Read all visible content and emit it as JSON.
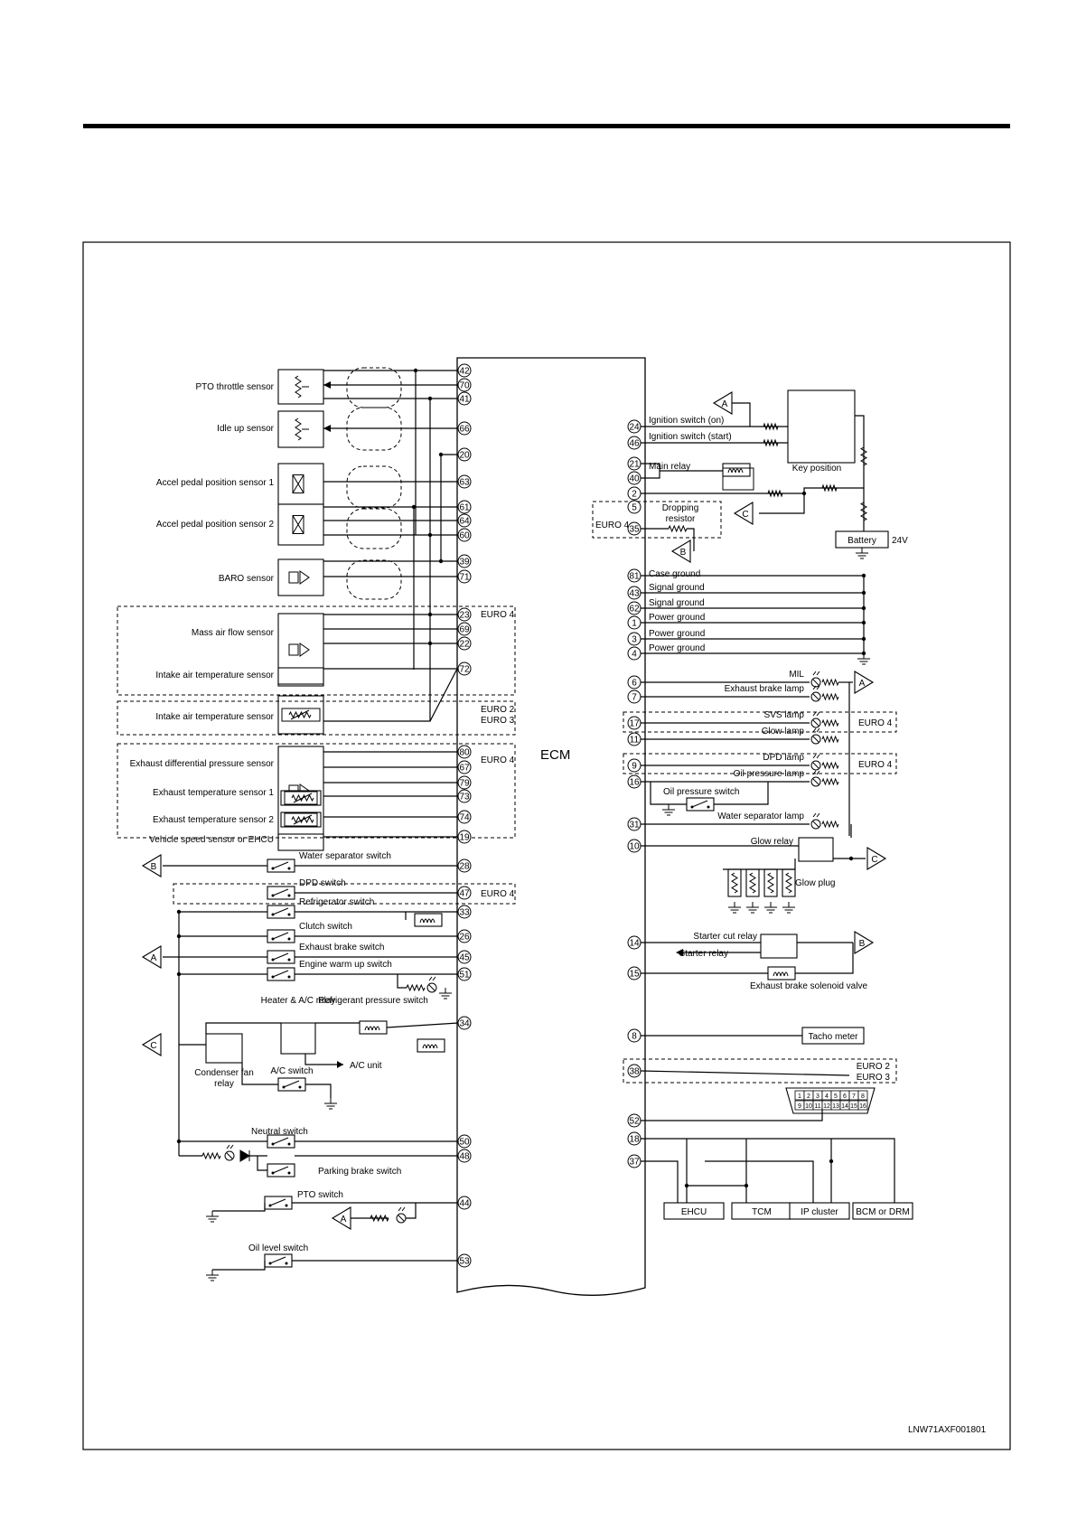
{
  "ecm": {
    "label": "ECM"
  },
  "figure_id": "LNW71AXF001801",
  "left_components": [
    {
      "pins": [
        "42",
        "70",
        "41"
      ],
      "label": "PTO throttle sensor"
    },
    {
      "pins": [
        "66"
      ],
      "label": "Idle up sensor"
    },
    {
      "pins": [
        "20"
      ],
      "label": ""
    },
    {
      "pins": [
        "63"
      ],
      "label": "Accel pedal position sensor 1"
    },
    {
      "pins": [
        "61",
        "64",
        "60"
      ],
      "label": "Accel pedal position sensor 2"
    },
    {
      "pins": [
        "39",
        "71"
      ],
      "label": "BARO sensor"
    },
    {
      "pins": [
        "23",
        "69",
        "22"
      ],
      "label": "Mass air flow sensor"
    },
    {
      "pins": [
        "72"
      ],
      "label": "Intake air temperature sensor"
    },
    {
      "pins": [],
      "label": "Intake air temperature sensor"
    },
    {
      "pins": [
        "80",
        "67",
        "79"
      ],
      "label": "Exhaust differential pressure sensor"
    },
    {
      "pins": [
        "73"
      ],
      "label": "Exhaust temperature sensor 1"
    },
    {
      "pins": [
        "74"
      ],
      "label": "Exhaust temperature sensor 2"
    },
    {
      "pins": [
        "19"
      ],
      "label": "Vehicle speed sensor or EHCU"
    },
    {
      "pins": [
        "28"
      ],
      "label": "Water separator switch"
    },
    {
      "pins": [
        "47"
      ],
      "label": "DPD switch"
    },
    {
      "pins": [
        "33"
      ],
      "label": "Refrigerator switch"
    },
    {
      "pins": [
        "26"
      ],
      "label": "Clutch switch"
    },
    {
      "pins": [
        "45"
      ],
      "label": "Exhaust brake switch"
    },
    {
      "pins": [
        "51"
      ],
      "label": "Engine warm up switch"
    },
    {
      "pins": [
        "34"
      ],
      "label": ""
    },
    {
      "pins": [
        "50"
      ],
      "label": "Neutral switch"
    },
    {
      "pins": [
        "48"
      ],
      "label": "Parking brake switch"
    },
    {
      "pins": [
        "44"
      ],
      "label": "PTO switch"
    },
    {
      "pins": [
        "53"
      ],
      "label": "Oil level switch"
    }
  ],
  "left_misc": {
    "heater_relay": "Heater & A/C relay",
    "refrigerant_switch": "Refrigerant pressure switch",
    "condenser_relay": "Condenser fan relay",
    "ac_switch": "A/C switch",
    "ac_unit": "A/C unit",
    "euro4": "EURO 4",
    "euro2": "EURO 2",
    "euro3": "EURO 3"
  },
  "right_pins": [
    {
      "pin": "24",
      "label": "Ignition switch (on)"
    },
    {
      "pin": "46",
      "label": "Ignition switch (start)"
    },
    {
      "pin": "21",
      "label": "Main relay"
    },
    {
      "pin": "40",
      "label": ""
    },
    {
      "pin": "2",
      "label": ""
    },
    {
      "pin": "5",
      "label": "Dropping resistor"
    },
    {
      "pin": "35",
      "label": ""
    },
    {
      "pin": "81",
      "label": "Case ground"
    },
    {
      "pin": "43",
      "label": "Signal ground"
    },
    {
      "pin": "62",
      "label": "Signal ground"
    },
    {
      "pin": "1",
      "label": "Power ground"
    },
    {
      "pin": "3",
      "label": "Power ground"
    },
    {
      "pin": "4",
      "label": "Power ground"
    },
    {
      "pin": "6",
      "label": "MIL"
    },
    {
      "pin": "7",
      "label": "Exhaust brake lamp"
    },
    {
      "pin": "17",
      "label": "SVS lamp"
    },
    {
      "pin": "11",
      "label": "Glow lamp"
    },
    {
      "pin": "9",
      "label": "DPD lamp"
    },
    {
      "pin": "16",
      "label": "Oil pressure lamp"
    },
    {
      "pin": "31",
      "label": "Water separator lamp"
    },
    {
      "pin": "10",
      "label": "Glow relay"
    },
    {
      "pin": "14",
      "label": "Starter cut relay"
    },
    {
      "pin": "15",
      "label": "Exhaust brake solenoid valve"
    },
    {
      "pin": "8",
      "label": "Tacho meter"
    },
    {
      "pin": "38",
      "label": ""
    },
    {
      "pin": "52",
      "label": ""
    },
    {
      "pin": "18",
      "label": ""
    },
    {
      "pin": "37",
      "label": ""
    }
  ],
  "right_misc": {
    "key_position": "Key position",
    "battery": "Battery",
    "volts": "24V",
    "oil_pressure_switch": "Oil pressure switch",
    "glow_plug": "Glow plug",
    "starter_relay": "Starter relay",
    "euro4": "EURO 4",
    "euro2": "EURO 2",
    "euro3": "EURO 3"
  },
  "connector_pins": {
    "top": [
      "1",
      "2",
      "3",
      "4",
      "5",
      "6",
      "7",
      "8"
    ],
    "bottom": [
      "9",
      "10",
      "11",
      "12",
      "13",
      "14",
      "15",
      "16"
    ]
  },
  "modules": [
    "EHCU",
    "TCM",
    "IP cluster",
    "BCM or DRM"
  ],
  "connectors": {
    "a": "A",
    "b": "B",
    "c": "C"
  }
}
